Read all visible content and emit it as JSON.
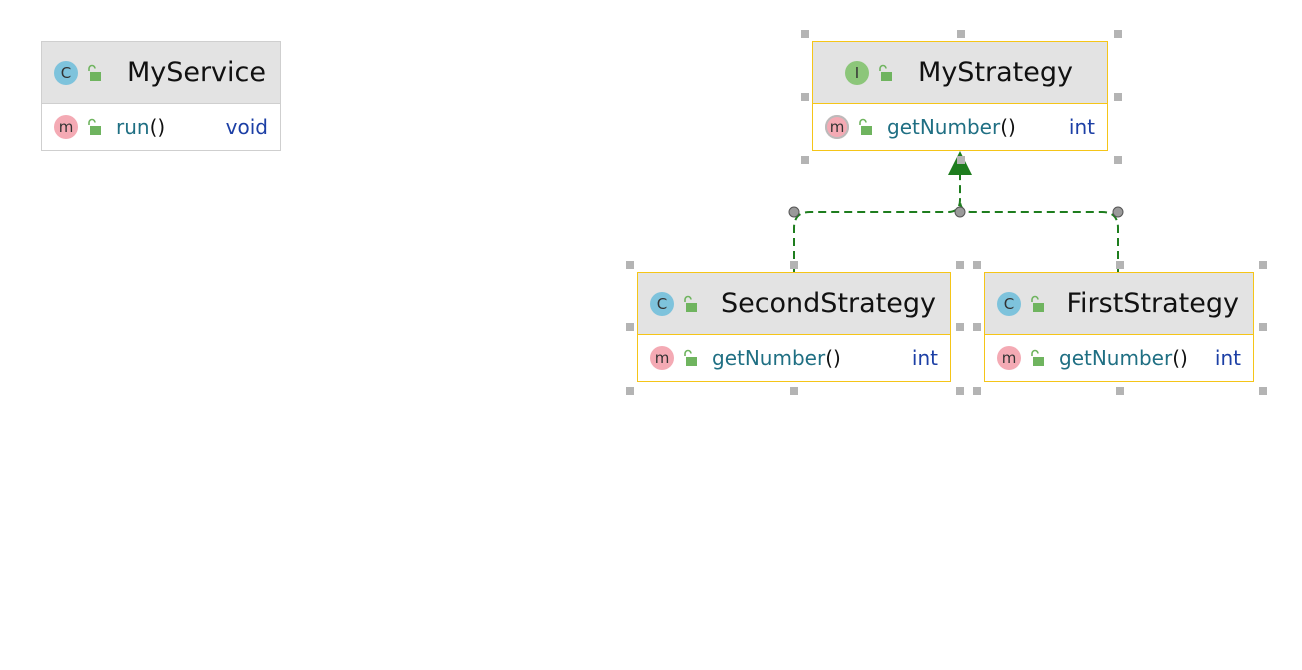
{
  "diagram": {
    "classes": [
      {
        "id": "myservice",
        "name": "MyService",
        "kind": "C",
        "kind_color": "#7ec3dc",
        "methods": [
          {
            "name": "run",
            "parens": "()",
            "type": "void"
          }
        ]
      },
      {
        "id": "mystrategy",
        "name": "MyStrategy",
        "kind": "I",
        "kind_color": "#8cc67a",
        "methods": [
          {
            "name": "getNumber",
            "parens": "()",
            "type": "int"
          }
        ]
      },
      {
        "id": "secondstrategy",
        "name": "SecondStrategy",
        "kind": "C",
        "kind_color": "#7ec3dc",
        "methods": [
          {
            "name": "getNumber",
            "parens": "()",
            "type": "int"
          }
        ]
      },
      {
        "id": "firststrategy",
        "name": "FirstStrategy",
        "kind": "C",
        "kind_color": "#7ec3dc",
        "methods": [
          {
            "name": "getNumber",
            "parens": "()",
            "type": "int"
          }
        ]
      }
    ],
    "method_badge": "m",
    "relations": [
      {
        "from": "SecondStrategy",
        "to": "MyStrategy",
        "type": "implements",
        "color": "#1e7d1e"
      },
      {
        "from": "FirstStrategy",
        "to": "MyStrategy",
        "type": "implements",
        "color": "#1e7d1e"
      }
    ]
  }
}
